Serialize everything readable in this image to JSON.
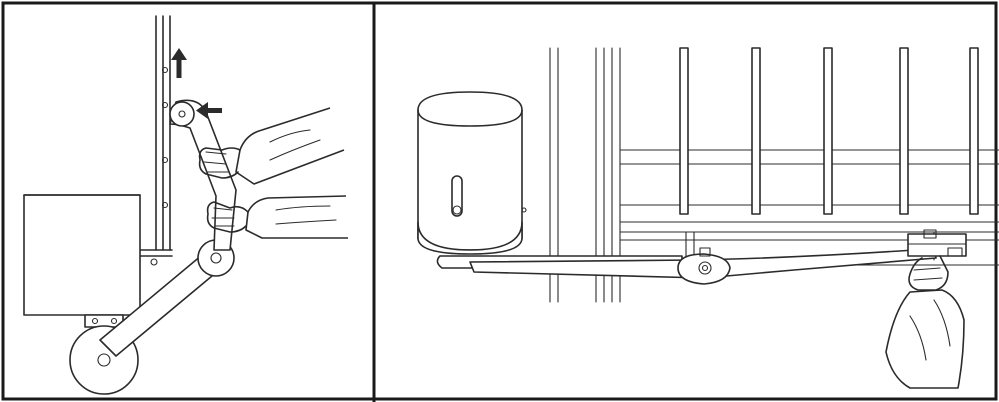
{
  "figure": {
    "panels": [
      {
        "name": "manual-release-pull-arm",
        "arrows": [
          "up-arrow",
          "left-arrow"
        ]
      },
      {
        "name": "manual-release-arm-bracket"
      }
    ],
    "colors": {
      "line": "#2b2b2b",
      "background": "#ffffff",
      "border": "#1a1a1a"
    }
  }
}
